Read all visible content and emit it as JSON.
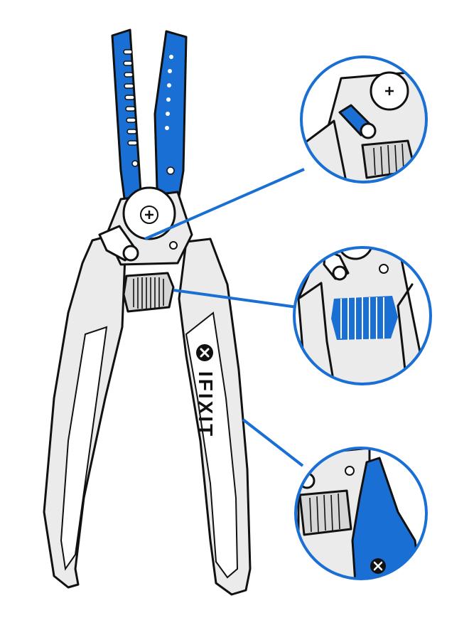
{
  "brand": {
    "wordmark": "IFIXIT",
    "logo": "ifixit-x-logo-icon"
  },
  "colors": {
    "accent": "#1a6fd4",
    "handle_fill": "#ebebeb",
    "grip_fill": "#d6d6d6",
    "outline": "#111111",
    "background": "#ffffff"
  },
  "callouts": [
    {
      "name": "spring-latch-detail",
      "icon": "latch-icon"
    },
    {
      "name": "spring-grip-detail",
      "icon": "spring-icon"
    },
    {
      "name": "handle-release-detail",
      "icon": "lever-icon"
    }
  ]
}
